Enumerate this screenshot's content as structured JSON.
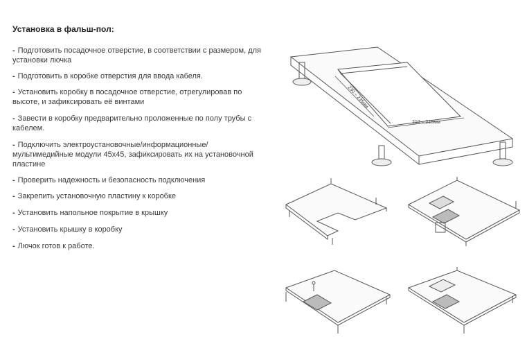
{
  "heading": "Установка в фальш-пол:",
  "steps": [
    "Подготовить посадочное отверстие, в соответствии с размером, для установки лючка",
    "Подготовить в коробке отверстия для ввода кабеля.",
    "Установить коробку в посадочное отверстие, отрегулировав по высоте, и зафиксировать её винтами",
    "Завести в коробку предварительно проложенные по полу трубы с кабелем.",
    "Подключить электроустановочные/информационные/мультимедийные модули 45x45, зафиксировать их на установочной пластине",
    "Проверить надежность и безопасность подключения",
    "Закрепить установочную пластину к коробке",
    "Установить напольное покрытие в крышку",
    "Установить крышку в коробку",
    "Лючок готов к работе."
  ],
  "dimensions": {
    "depth_label": "230 – 235мм",
    "width_label": "210 – 215мм"
  },
  "colors": {
    "text": "#3a3a3a",
    "line": "#555555"
  }
}
